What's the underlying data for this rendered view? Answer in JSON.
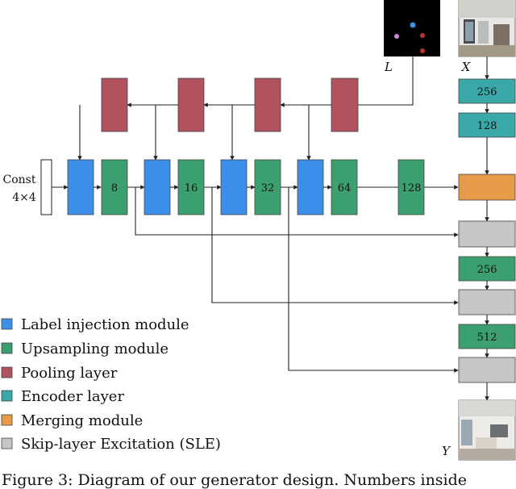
{
  "colors": {
    "label_injection": "#3d8ee8",
    "upsampling": "#3c9f6f",
    "pooling": "#b0535f",
    "encoder": "#3aa8a8",
    "merging": "#e79a4a",
    "sle": "#c6c6c6",
    "line": "#222222"
  },
  "inputs": {
    "label_map_symbol": "L",
    "image_symbol": "X",
    "const_label": "Const",
    "const_size": "4×4"
  },
  "output": {
    "image_symbol": "Y"
  },
  "encoder_labels": [
    "256",
    "128"
  ],
  "upsampling_labels": [
    "8",
    "16",
    "32",
    "64",
    "128"
  ],
  "decoder_labels": [
    "256",
    "512"
  ],
  "legend": [
    {
      "label": "Label injection module",
      "color_key": "label_injection"
    },
    {
      "label": "Upsampling module",
      "color_key": "upsampling"
    },
    {
      "label": "Pooling layer",
      "color_key": "pooling"
    },
    {
      "label": "Encoder layer",
      "color_key": "encoder"
    },
    {
      "label": "Merging module",
      "color_key": "merging"
    },
    {
      "label": "Skip-layer Excitation (SLE)",
      "color_key": "sle"
    }
  ],
  "caption": "Figure 3: Diagram of our generator design. Numbers inside"
}
